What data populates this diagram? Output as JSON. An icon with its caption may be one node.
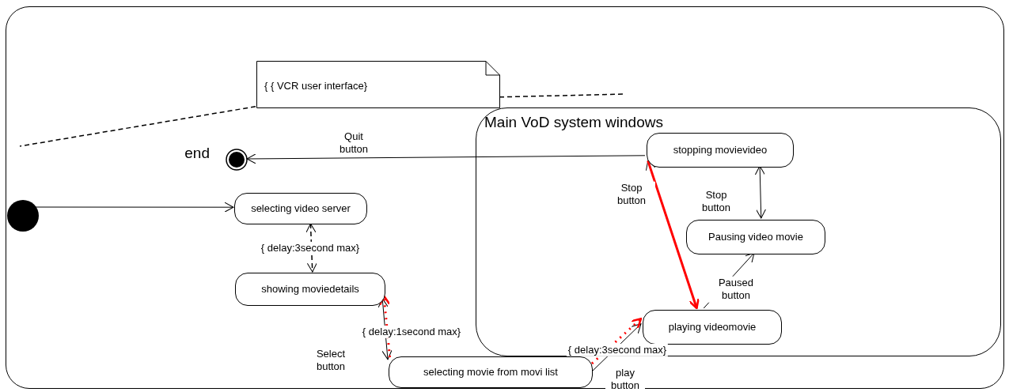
{
  "diagram": {
    "nodes": [
      {
        "text": [],
        "shape": "box"
      },
      {
        "text": [
          "{ { VCR user interface}"
        ],
        "in": 0
      },
      {
        "text": [],
        "shape": "circle",
        "beside": [
          "end"
        ],
        "in": 0
      },
      {
        "text": [],
        "shape": "circle",
        "in": 0
      },
      {
        "text": [
          "selecting video server"
        ],
        "in": 0
      },
      {
        "text": [
          "showing moviedetails"
        ],
        "in": 0
      },
      {
        "text": [
          "selecting movie from movi list"
        ],
        "in": 0
      },
      {
        "text": [
          "Main VoD system windows"
        ],
        "in": 0
      },
      {
        "text": [
          "stopping movievideo"
        ],
        "in": 7
      },
      {
        "text": [
          "Pausing video movie"
        ],
        "in": 7
      },
      {
        "text": [
          "playing videomovie"
        ],
        "in": 7
      }
    ],
    "edges": [
      {
        "from": 3,
        "to": 4,
        "arrow": "to"
      },
      {
        "from": 8,
        "to": 2,
        "arrow": "to",
        "label": "Quit button"
      },
      {
        "from": 4,
        "to": 5,
        "arrow": "both",
        "label": "{ delay:3second max}",
        "style": "dashed"
      },
      {
        "from": 5,
        "to": 6,
        "arrow": "both",
        "label": "Select button"
      },
      {
        "from": 6,
        "to": 5,
        "arrow": "to",
        "label": "{ delay:1second max}",
        "style": "dashed",
        "color": "#ff0000"
      },
      {
        "from": 6,
        "to": 10,
        "arrow": "to",
        "label": "play button"
      },
      {
        "from": 6,
        "to": 10,
        "arrow": "to",
        "label": "{ delay:3second max}",
        "style": "dashed",
        "color": "#ff0000"
      },
      {
        "from": 8,
        "to": 9,
        "arrow": "both",
        "label": "Stop button"
      },
      {
        "from": 10,
        "to": 8,
        "arrow": "to",
        "label": "Stop button"
      },
      {
        "from": 8,
        "to": 10,
        "arrow": "to",
        "style": "thick",
        "color": "#ff0000"
      },
      {
        "from": 10,
        "to": 9,
        "arrow": "to",
        "label": "Paused button"
      },
      {
        "from": 1,
        "to": null,
        "arrow": "none",
        "style": "dashed"
      },
      {
        "from": 1,
        "to": null,
        "arrow": "none",
        "style": "dashed"
      }
    ]
  }
}
